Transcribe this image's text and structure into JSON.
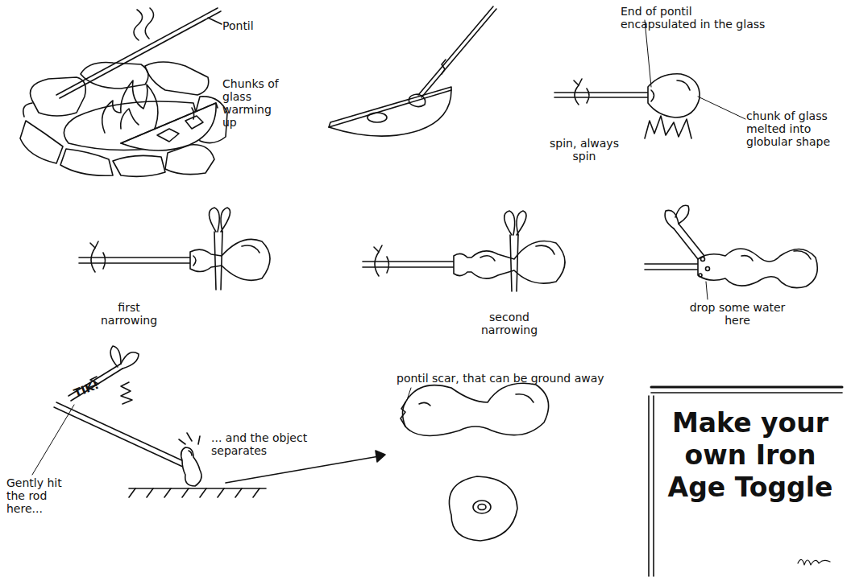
{
  "diagram": {
    "title": "Make your own Iron Age Toggle",
    "labels": [
      "Pontil",
      "Chunks of glass warming up",
      "End of pontil encapsulated in the glass",
      "spin, always spin",
      "chunk of glass melted into globular shape",
      "first narrowing",
      "second narrowing",
      "drop some water here",
      "TIK!",
      "Gently hit the rod here...",
      "... and the object separates",
      "pontil scar, that can be ground away"
    ]
  }
}
